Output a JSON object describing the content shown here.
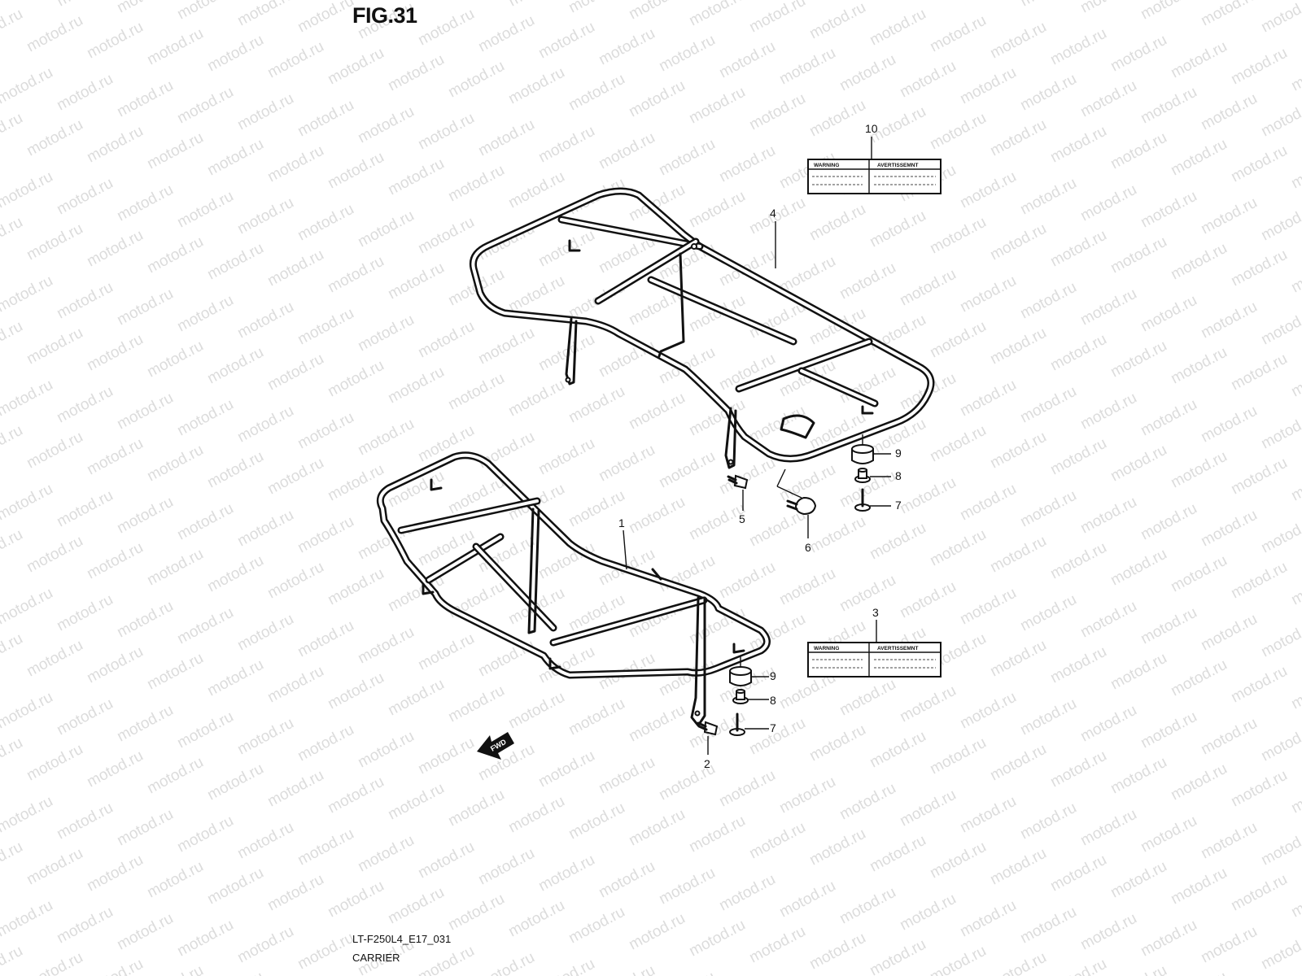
{
  "figure": {
    "title": "FIG.31",
    "ref_code": "LT-F250L4_E17_031",
    "caption": "CARRIER"
  },
  "watermark": {
    "text": "motod.ru"
  },
  "fwd_arrow": {
    "text": "FWD"
  },
  "warning_label": {
    "left": "WARNING",
    "right": "AVERTISSEMNT"
  },
  "callouts": [
    {
      "id": "c1",
      "text": "1"
    },
    {
      "id": "c2",
      "text": "2"
    },
    {
      "id": "c3",
      "text": "3"
    },
    {
      "id": "c4",
      "text": "4"
    },
    {
      "id": "c5",
      "text": "5"
    },
    {
      "id": "c6",
      "text": "6"
    },
    {
      "id": "c7a",
      "text": "7"
    },
    {
      "id": "c7b",
      "text": "7"
    },
    {
      "id": "c8a",
      "text": "8"
    },
    {
      "id": "c8b",
      "text": "8"
    },
    {
      "id": "c9a",
      "text": "9"
    },
    {
      "id": "c9b",
      "text": "9"
    },
    {
      "id": "c10",
      "text": "10"
    }
  ]
}
